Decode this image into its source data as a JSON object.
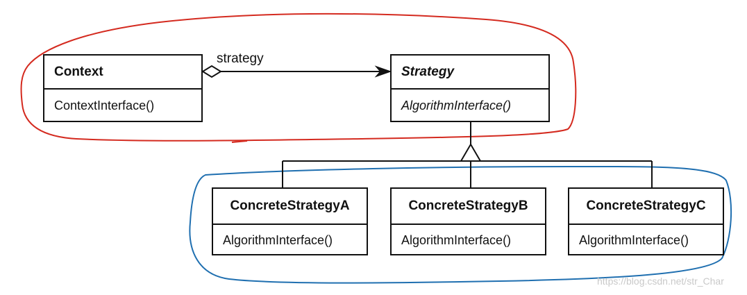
{
  "diagram": {
    "association": {
      "label": "strategy"
    },
    "classes": {
      "context": {
        "name": "Context",
        "operation": "ContextInterface()"
      },
      "strategy": {
        "name": "Strategy",
        "operation": "AlgorithmInterface()"
      },
      "concrete_a": {
        "name": "ConcreteStrategyA",
        "operation": "AlgorithmInterface()"
      },
      "concrete_b": {
        "name": "ConcreteStrategyB",
        "operation": "AlgorithmInterface()"
      },
      "concrete_c": {
        "name": "ConcreteStrategyC",
        "operation": "AlgorithmInterface()"
      }
    },
    "annotations": {
      "top_group_color": "#d42a1f",
      "bottom_group_color": "#1f6fb0"
    }
  },
  "watermark": {
    "text": "https://blog.csdn.net/str_Char"
  }
}
